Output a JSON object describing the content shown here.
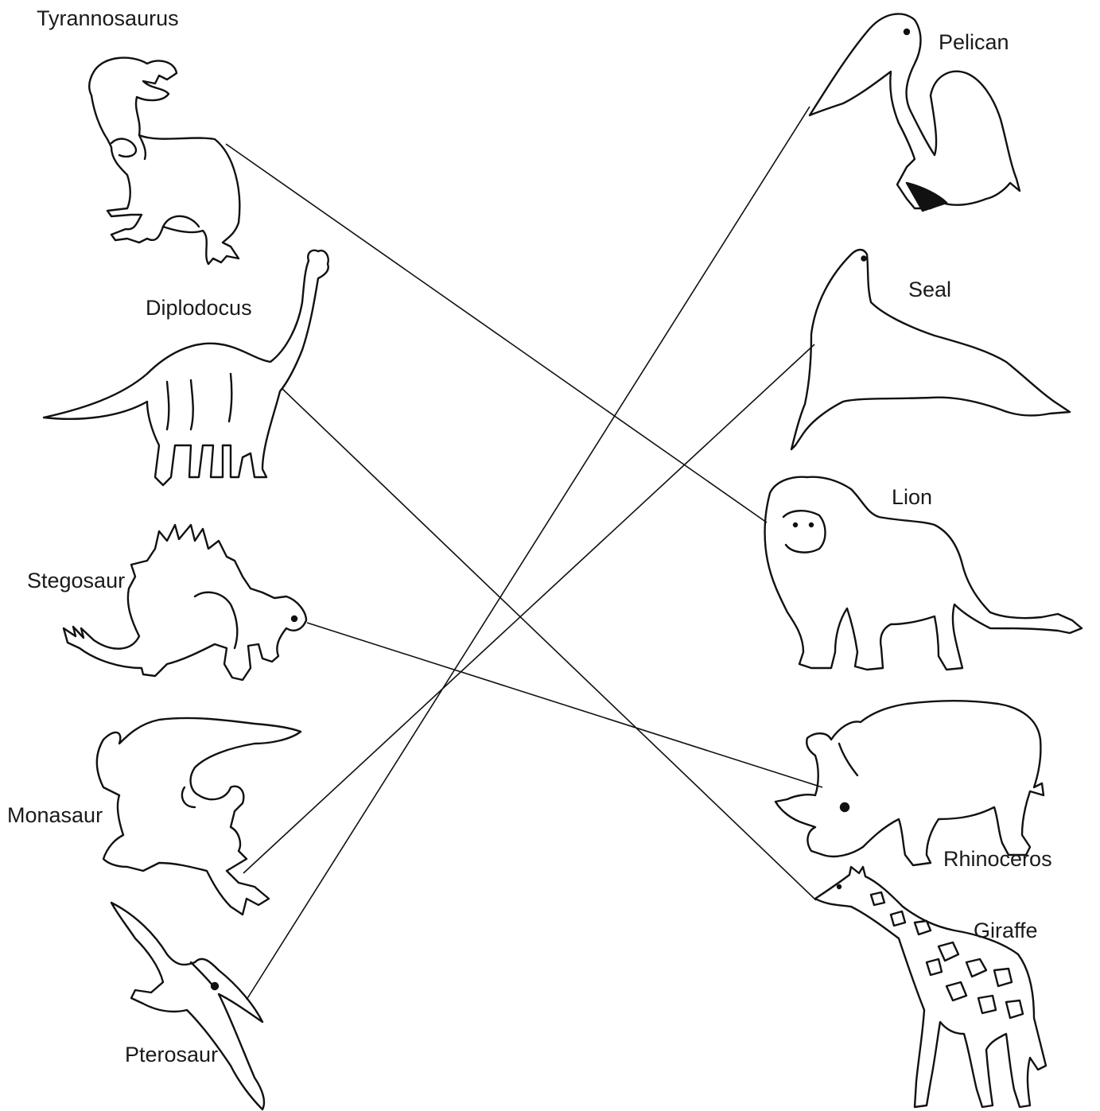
{
  "left_labels": {
    "tyrannosaurus": "Tyrannosaurus",
    "diplodocus": "Diplodocus",
    "stegosaur": "Stegosaur",
    "monasaur": "Monasaur",
    "pterosaur": "Pterosaur"
  },
  "right_labels": {
    "pelican": "Pelican",
    "seal": "Seal",
    "lion": "Lion",
    "rhinoceros": "Rhinoceros",
    "giraffe": "Giraffe"
  },
  "matches": [
    {
      "from": "Tyrannosaurus",
      "to": "Lion"
    },
    {
      "from": "Diplodocus",
      "to": "Giraffe"
    },
    {
      "from": "Stegosaur",
      "to": "Rhinoceros"
    },
    {
      "from": "Monasaur",
      "to": "Seal"
    },
    {
      "from": "Pterosaur",
      "to": "Pelican"
    }
  ]
}
